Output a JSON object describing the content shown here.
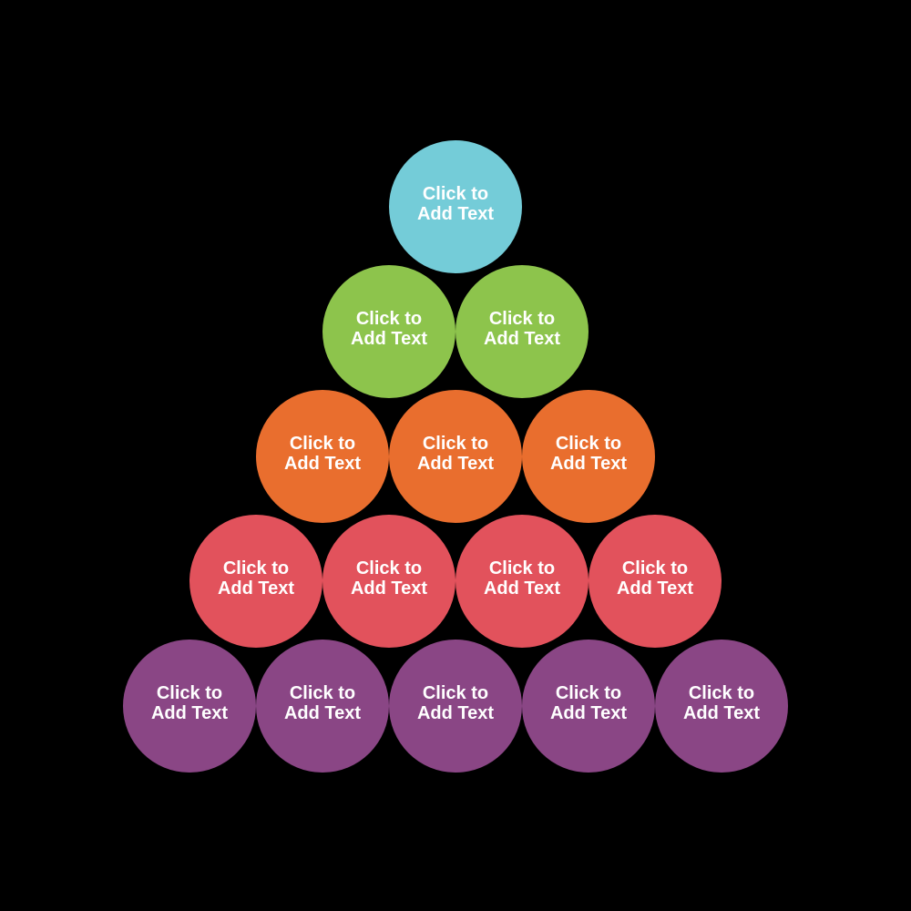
{
  "canvas": {
    "background_color": "#000000",
    "text_color": "#FFFFFF"
  },
  "pyramid": {
    "rows": [
      {
        "color": "#74CCD8",
        "color_name": "cyan",
        "items": [
          {
            "label": "Click to\nAdd Text"
          }
        ]
      },
      {
        "color": "#8DC44C",
        "color_name": "green",
        "items": [
          {
            "label": "Click to\nAdd Text"
          },
          {
            "label": "Click to\nAdd Text"
          }
        ]
      },
      {
        "color": "#E96E2E",
        "color_name": "orange",
        "items": [
          {
            "label": "Click to\nAdd Text"
          },
          {
            "label": "Click to\nAdd Text"
          },
          {
            "label": "Click to\nAdd Text"
          }
        ]
      },
      {
        "color": "#E2525C",
        "color_name": "red",
        "items": [
          {
            "label": "Click to\nAdd Text"
          },
          {
            "label": "Click to\nAdd Text"
          },
          {
            "label": "Click to\nAdd Text"
          },
          {
            "label": "Click to\nAdd Text"
          }
        ]
      },
      {
        "color": "#8A4685",
        "color_name": "purple",
        "items": [
          {
            "label": "Click to\nAdd Text"
          },
          {
            "label": "Click to\nAdd Text"
          },
          {
            "label": "Click to\nAdd Text"
          },
          {
            "label": "Click to\nAdd Text"
          },
          {
            "label": "Click to\nAdd Text"
          }
        ]
      }
    ]
  }
}
